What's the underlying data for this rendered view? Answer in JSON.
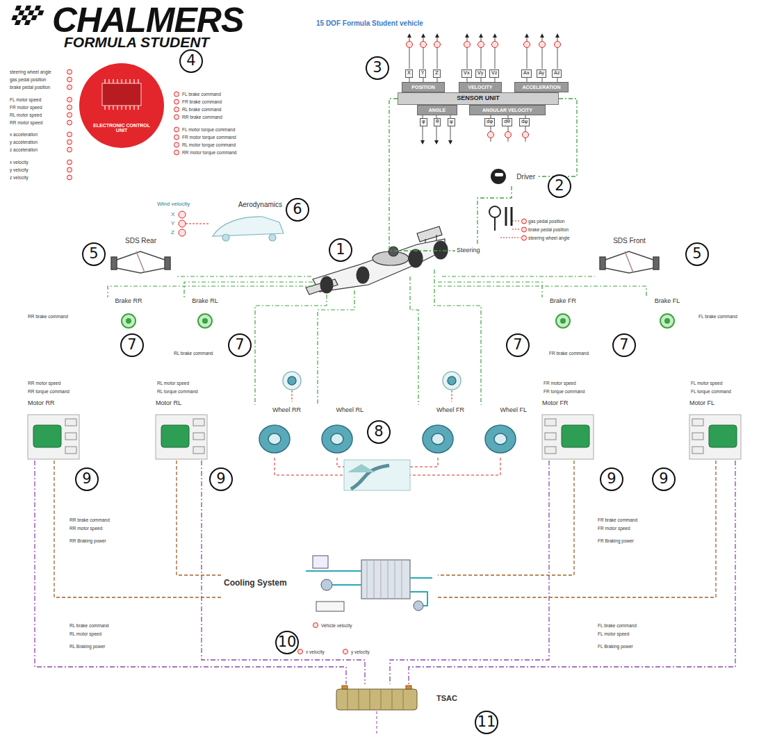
{
  "diagram": {
    "title": "15 DOF Formula Student vehicle",
    "nodes": [
      {
        "text": [
          "SENSOR UNIT"
        ]
      },
      {
        "text": [
          "POSITION"
        ]
      },
      {
        "text": [
          "VELOCITY"
        ]
      },
      {
        "text": [
          "ACCELERATION"
        ]
      },
      {
        "text": [
          "ANGLE"
        ]
      },
      {
        "text": [
          "ANGULAR VELOCITY"
        ]
      },
      {
        "text": [
          "Driver"
        ]
      },
      {
        "text": [
          "ELECTRONIC CONTROL UNIT"
        ]
      },
      {
        "text": [
          "Aerodynamics"
        ]
      },
      {
        "text": [
          "Steering"
        ]
      },
      {
        "text": [
          "SDS Rear"
        ]
      },
      {
        "text": [
          "SDS Front"
        ]
      },
      {
        "text": [
          "Brake RR"
        ]
      },
      {
        "text": [
          "Brake RL"
        ]
      },
      {
        "text": [
          "Brake FR"
        ]
      },
      {
        "text": [
          "Brake FL"
        ]
      },
      {
        "text": [
          "Motor RR"
        ]
      },
      {
        "text": [
          "Motor RL"
        ]
      },
      {
        "text": [
          "Motor FR"
        ]
      },
      {
        "text": [
          "Motor FL"
        ]
      },
      {
        "text": [
          "Wheel RR"
        ]
      },
      {
        "text": [
          "Wheel RL"
        ]
      },
      {
        "text": [
          "Wheel FR"
        ]
      },
      {
        "text": [
          "Wheel FL"
        ]
      },
      {
        "text": [
          "Cooling System"
        ]
      },
      {
        "text": [
          "TSAC"
        ]
      }
    ],
    "edges": [
      {
        "from": 0,
        "to": 6,
        "arrow": "none"
      },
      {
        "from": 0,
        "to": 9,
        "arrow": "none"
      },
      {
        "from": 6,
        "to": 9,
        "arrow": "none"
      },
      {
        "from": 16,
        "to": 24,
        "arrow": "none"
      },
      {
        "from": 17,
        "to": 24,
        "arrow": "none"
      },
      {
        "from": 18,
        "to": 24,
        "arrow": "none"
      },
      {
        "from": 19,
        "to": 24,
        "arrow": "none"
      },
      {
        "from": 16,
        "to": 25,
        "arrow": "none"
      },
      {
        "from": 17,
        "to": 25,
        "arrow": "none"
      },
      {
        "from": 18,
        "to": 25,
        "arrow": "none"
      },
      {
        "from": 19,
        "to": 25,
        "arrow": "none"
      }
    ],
    "labels": [
      "CHALMERS",
      "FORMULA STUDENT",
      "1",
      "2",
      "3",
      "4",
      "5",
      "5",
      "6",
      "7",
      "7",
      "7",
      "7",
      "8",
      "9",
      "9",
      "9",
      "9",
      "10",
      "11",
      "X",
      "Y",
      "Z",
      "Vx",
      "Vy",
      "Vz",
      "Ax",
      "Ay",
      "Az",
      "φ",
      "θ",
      "ψ",
      "dφ",
      "dθ",
      "dψ",
      "gas pedal position",
      "brake pedal position",
      "steering wheel angle",
      "Wind velocity",
      "X",
      "Y",
      "Z",
      "steering wheel angle",
      "gas pedal position",
      "brake pedal position",
      "FL motor speed",
      "FR motor speed",
      "RL motor speed",
      "RR motor speed",
      "x acceleration",
      "y acceleration",
      "z acceleration",
      "x velocity",
      "y velocity",
      "z velocity",
      "FL brake command",
      "FR brake command",
      "RL brake command",
      "RR brake command",
      "FL motor torque command",
      "FR motor torque command",
      "RL motor torque command",
      "RR motor torque command",
      "RR brake command",
      "RL brake command",
      "FR brake command",
      "FL brake command",
      "RR motor speed",
      "RR torque command",
      "RL motor speed",
      "RL torque command",
      "FR motor speed",
      "FR torque command",
      "FL motor speed",
      "FL torque command",
      "RR brake command",
      "RR motor speed",
      "RR Braking power",
      "RL brake command",
      "RL motor speed",
      "RL Braking power",
      "FR brake command",
      "FR motor speed",
      "FR Braking power",
      "FL brake command",
      "FL motor speed",
      "FL Braking power",
      "Vehicle velocity",
      "x velocity",
      "y velocity"
    ]
  }
}
